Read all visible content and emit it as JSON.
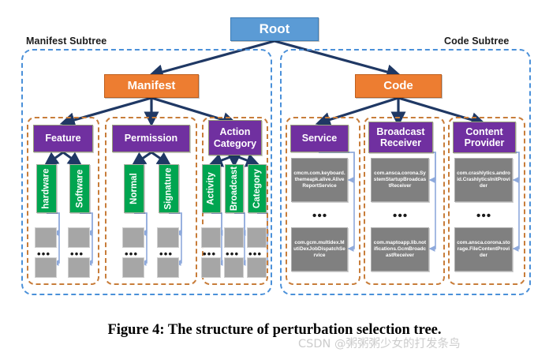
{
  "figure": {
    "caption": "Figure 4: The structure of perturbation selection tree.",
    "watermark": "CSDN @粥粥粥少女的打发条鸟"
  },
  "colors": {
    "root": "#5b9bd5",
    "level2": "#ed7d31",
    "level3": "#7030a0",
    "level4": "#00a550",
    "leaf": "#808080",
    "placeholder": "#a6a6a6",
    "subtree_border": "#4a90d9",
    "group_border": "#c87d3a",
    "edge": "#1f3864",
    "leaf_edge": "#8faadc"
  },
  "tree": {
    "root": {
      "label": "Root"
    },
    "subtrees": [
      {
        "id": "manifest",
        "label": "Manifest Subtree"
      },
      {
        "id": "code",
        "label": "Code Subtree"
      }
    ],
    "level2": [
      {
        "id": "manifest",
        "label": "Manifest"
      },
      {
        "id": "code",
        "label": "Code"
      }
    ],
    "manifest_groups": [
      {
        "id": "feature",
        "category": "Feature",
        "children": [
          {
            "label": "hardware"
          },
          {
            "label": "Software"
          }
        ],
        "ellipsis": "•••"
      },
      {
        "id": "permission",
        "category": "Permission",
        "children": [
          {
            "label": "Normal"
          },
          {
            "label": "Signature"
          }
        ],
        "ellipsis": "•••"
      },
      {
        "id": "action-category",
        "category": "Action Category",
        "category_line1": "Action",
        "category_line2": "Category",
        "children": [
          {
            "label": "Activity"
          },
          {
            "label": "Broadcast"
          },
          {
            "label": "Category"
          }
        ],
        "ellipsis": "•••"
      }
    ],
    "code_groups": [
      {
        "id": "service",
        "category": "Service",
        "category_line1": "Service",
        "category_line2": "",
        "leaves": [
          "cmcm.com.keyboard.themeapk.alive.AliveReportService",
          "com.gcm.multidex.MutiDexJobDispatchService"
        ],
        "ellipsis": "•••"
      },
      {
        "id": "broadcast-receiver",
        "category": "Broadcast Receiver",
        "category_line1": "Broadcast",
        "category_line2": "Receiver",
        "leaves": [
          "com.ansca.corona.SystemStartupBroadcastReceiver",
          "com.maptoapp.lib.notifications.GcmBroadcastReceiver"
        ],
        "ellipsis": "•••"
      },
      {
        "id": "content-provider",
        "category": "Content Provider",
        "category_line1": "Content",
        "category_line2": "Provider",
        "leaves": [
          "com.crashlytics.android.CrashlyticsInitProvider",
          "com.ansca.corona.storage.FileContentProvider"
        ],
        "ellipsis": "•••"
      }
    ]
  }
}
